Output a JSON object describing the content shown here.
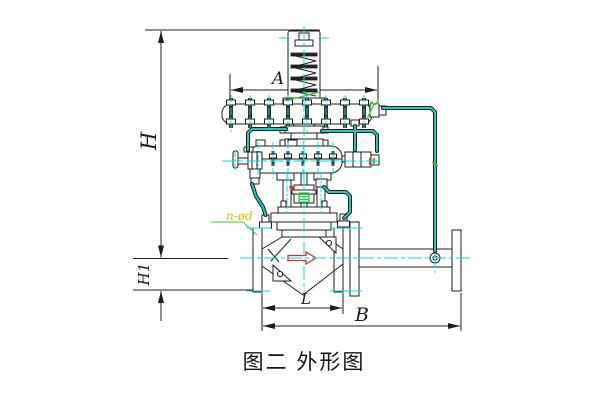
{
  "figure": {
    "caption": "图二 外形图",
    "labels": {
      "dim_top_width": "A",
      "dim_height": "H",
      "dim_height_lower": "H1",
      "dim_face_to_face": "L",
      "dim_overall_length": "B",
      "flange_holes": "n-ød"
    },
    "colors": {
      "line": "#1c1c1c",
      "centerline": "#00dcdc",
      "pipe": "#29c4c4",
      "accent_green": "#33cc33",
      "accent_red": "#d03030",
      "label_yellow": "#c9c900"
    }
  }
}
